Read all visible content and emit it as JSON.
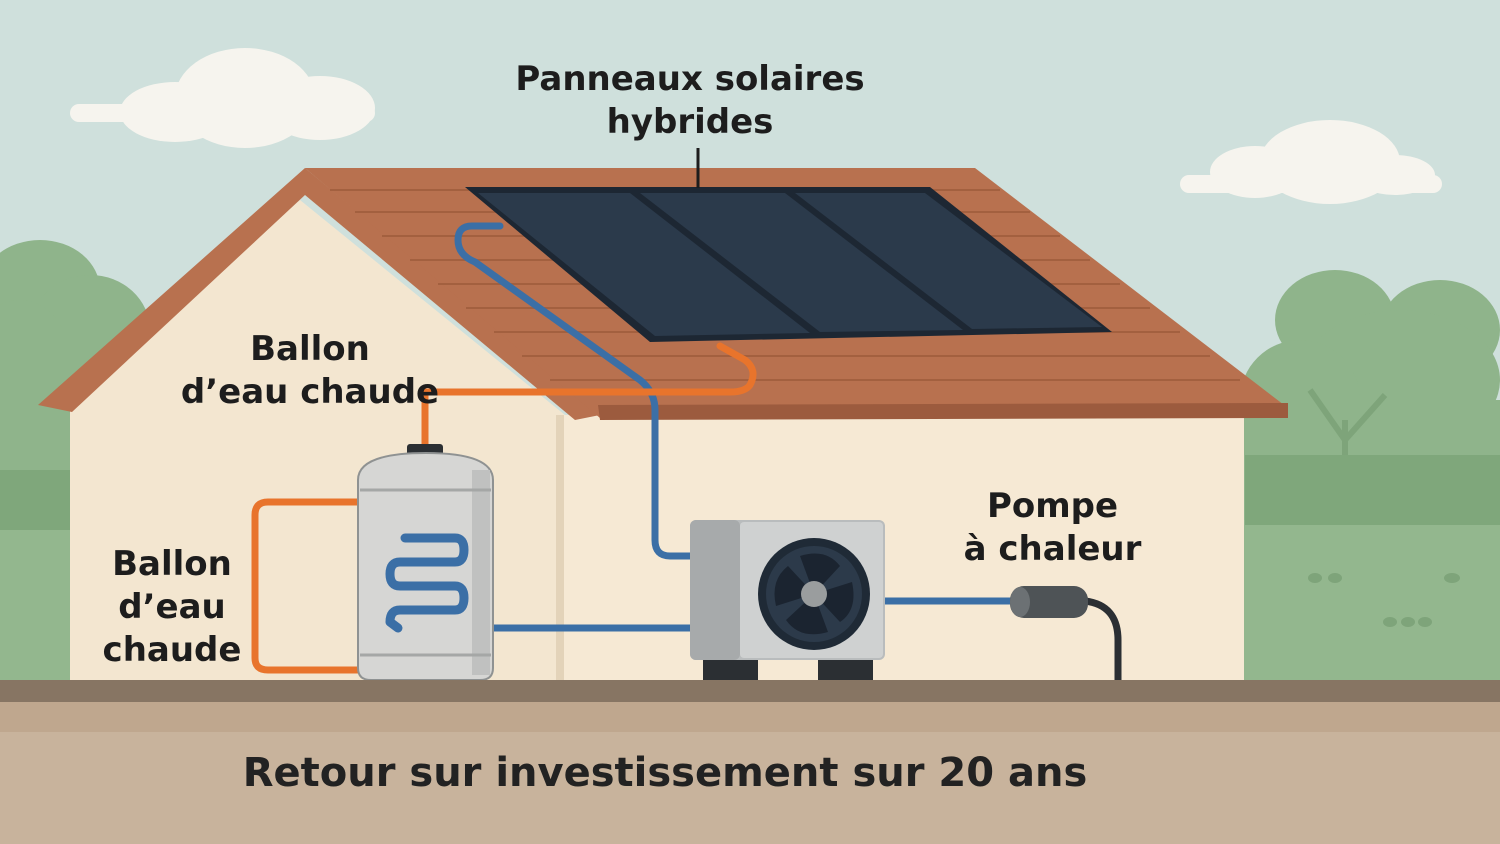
{
  "diagram": {
    "panels_label": [
      "Panneaux solaires",
      "hybrides"
    ],
    "tank_top_label": [
      "Ballon",
      "d’eau chaude"
    ],
    "tank_side_label": [
      "Ballon",
      "d’eau",
      "chaude"
    ],
    "pump_label": [
      "Pompe",
      "à chaleur"
    ],
    "footer_caption": "Retour sur investissement sur 20 ans"
  },
  "colors": {
    "sky": "#cfe0dc",
    "cloud": "#f6f4ee",
    "trees": "#8fb48b",
    "grass": "#93b78e",
    "wall": "#f3e6d0",
    "roof": "#b8714f",
    "solar_panel": "#243140",
    "hot_pipe": "#e8742c",
    "cold_pipe": "#3b6fa6",
    "tank": "#d6d6d4",
    "heat_pump": "#b9bcbd",
    "ground": "#c8b39c"
  },
  "icons": [
    "cloud-icon",
    "tree-icon",
    "solar-panel-icon",
    "water-tank-icon",
    "heat-pump-icon",
    "fan-icon",
    "connector-icon"
  ]
}
